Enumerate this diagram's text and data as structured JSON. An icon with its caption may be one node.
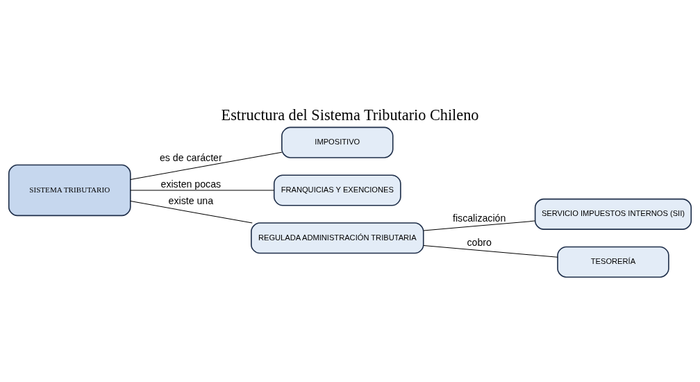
{
  "diagram": {
    "title": "Estructura del Sistema Tributario Chileno",
    "nodes": [
      {
        "text": [
          "IMPOSITIVO"
        ]
      },
      {
        "text": [
          "FRANQUICIAS Y EXENCIONES"
        ]
      },
      {
        "text": [
          "SISTEMA TRIBUTARIO"
        ]
      },
      {
        "text": [
          "SERVICIO IMPUESTOS INTERNOS (SII)"
        ]
      },
      {
        "text": [
          "REGULADA ADMINISTRACIÓN TRIBUTARIA"
        ]
      },
      {
        "text": [
          "TESORERÍA"
        ]
      }
    ],
    "edges": [
      {
        "from": 2,
        "to": 0,
        "arrow": "none",
        "label": "es de carácter"
      },
      {
        "from": 2,
        "to": 1,
        "arrow": "none",
        "label": "existen pocas"
      },
      {
        "from": 2,
        "to": 4,
        "arrow": "none",
        "label": "existe una"
      },
      {
        "from": 4,
        "to": 3,
        "arrow": "none",
        "label": "fiscalización"
      },
      {
        "from": 4,
        "to": 5,
        "arrow": "none",
        "label": "cobro"
      }
    ]
  }
}
